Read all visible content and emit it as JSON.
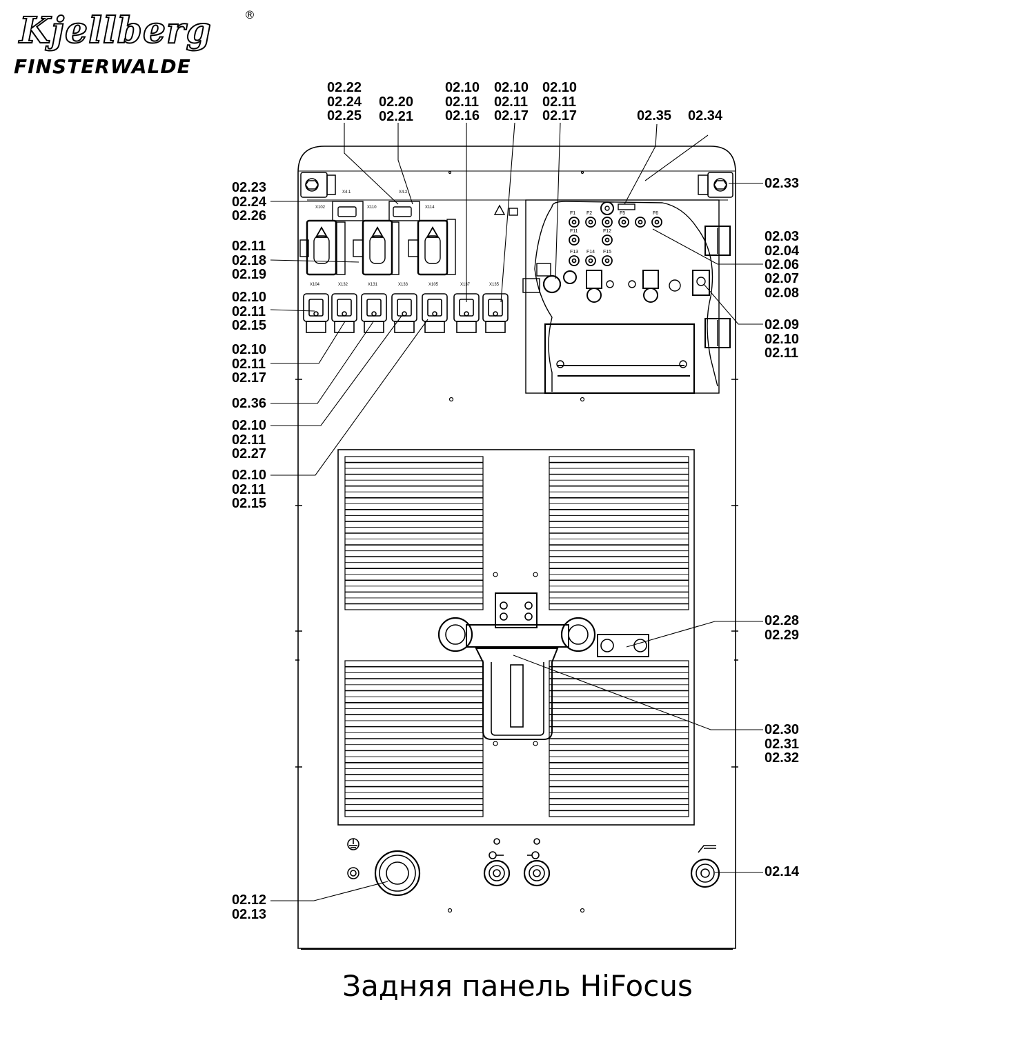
{
  "brand": {
    "logo_script": "Kjellberg",
    "logo_registered": "®",
    "logo_city": "FINSTERWALDE"
  },
  "caption": "Задняя панель HiFocus",
  "callouts": {
    "top_a": [
      "02.22",
      "02.24",
      "02.25"
    ],
    "top_b": [
      "02.20",
      "02.21"
    ],
    "top_c": [
      "02.10",
      "02.11",
      "02.16"
    ],
    "top_d": [
      "02.10",
      "02.11",
      "02.17"
    ],
    "top_e": [
      "02.10",
      "02.11",
      "02.17"
    ],
    "top_f": "02.35",
    "top_g": "02.34",
    "left_1": [
      "02.23",
      "02.24",
      "02.26"
    ],
    "left_2": [
      "02.11",
      "02.18",
      "02.19"
    ],
    "left_3": [
      "02.10",
      "02.11",
      "02.15"
    ],
    "left_4": [
      "02.10",
      "02.11",
      "02.17"
    ],
    "left_5": "02.36",
    "left_6": [
      "02.10",
      "02.11",
      "02.27"
    ],
    "left_7": [
      "02.10",
      "02.11",
      "02.15"
    ],
    "left_8": [
      "02.12",
      "02.13"
    ],
    "right_1": "02.33",
    "right_2": [
      "02.03",
      "02.04"
    ],
    "right_3": "02.06",
    "right_4": [
      "02.07",
      "02.08"
    ],
    "right_5": [
      "02.09",
      "02.10",
      "02.11"
    ],
    "right_6": [
      "02.28",
      "02.29"
    ],
    "right_7": [
      "02.30",
      "02.31",
      "02.32"
    ],
    "right_8": "02.14"
  },
  "panel": {
    "sockets_top": [
      {
        "id": "X4.1",
        "sub": "X102"
      },
      {
        "id": "X4.2",
        "sub": "X110"
      },
      {
        "sub": "X114"
      }
    ],
    "connectors": [
      "X104",
      "X132",
      "X131",
      "X133",
      "X105",
      "X137",
      "X135"
    ],
    "fuses": [
      "F1",
      "F2",
      "F5",
      "F6",
      "F11",
      "F12",
      "F13",
      "F14",
      "F15"
    ]
  }
}
